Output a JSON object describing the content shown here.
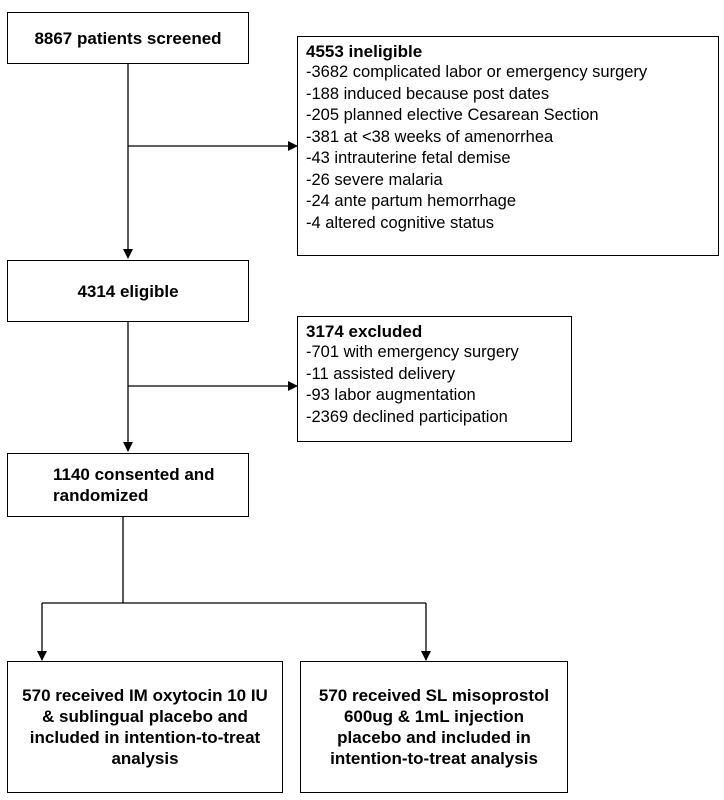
{
  "screened": "8867 patients screened",
  "ineligible": {
    "title": "4553 ineligible",
    "items": [
      "-3682 complicated labor or emergency surgery",
      "-188 induced because post dates",
      "-205 planned elective Cesarean Section",
      "-381 at <38 weeks of amenorrhea",
      "-43 intrauterine fetal demise",
      "-26 severe malaria",
      "-24 ante partum hemorrhage",
      "-4 altered cognitive status"
    ]
  },
  "eligible": "4314 eligible",
  "excluded": {
    "title": "3174 excluded",
    "items": [
      "-701 with emergency surgery",
      "-11 assisted delivery",
      "-93 labor augmentation",
      "-2369 declined participation"
    ]
  },
  "randomized": "1140 consented and randomized",
  "arm_oxytocin": "570 received IM oxytocin 10 IU & sublingual placebo and included in intention-to-treat analysis",
  "arm_misoprostol": "570 received SL misoprostol 600ug & 1mL injection placebo and included in intention-to-treat analysis"
}
